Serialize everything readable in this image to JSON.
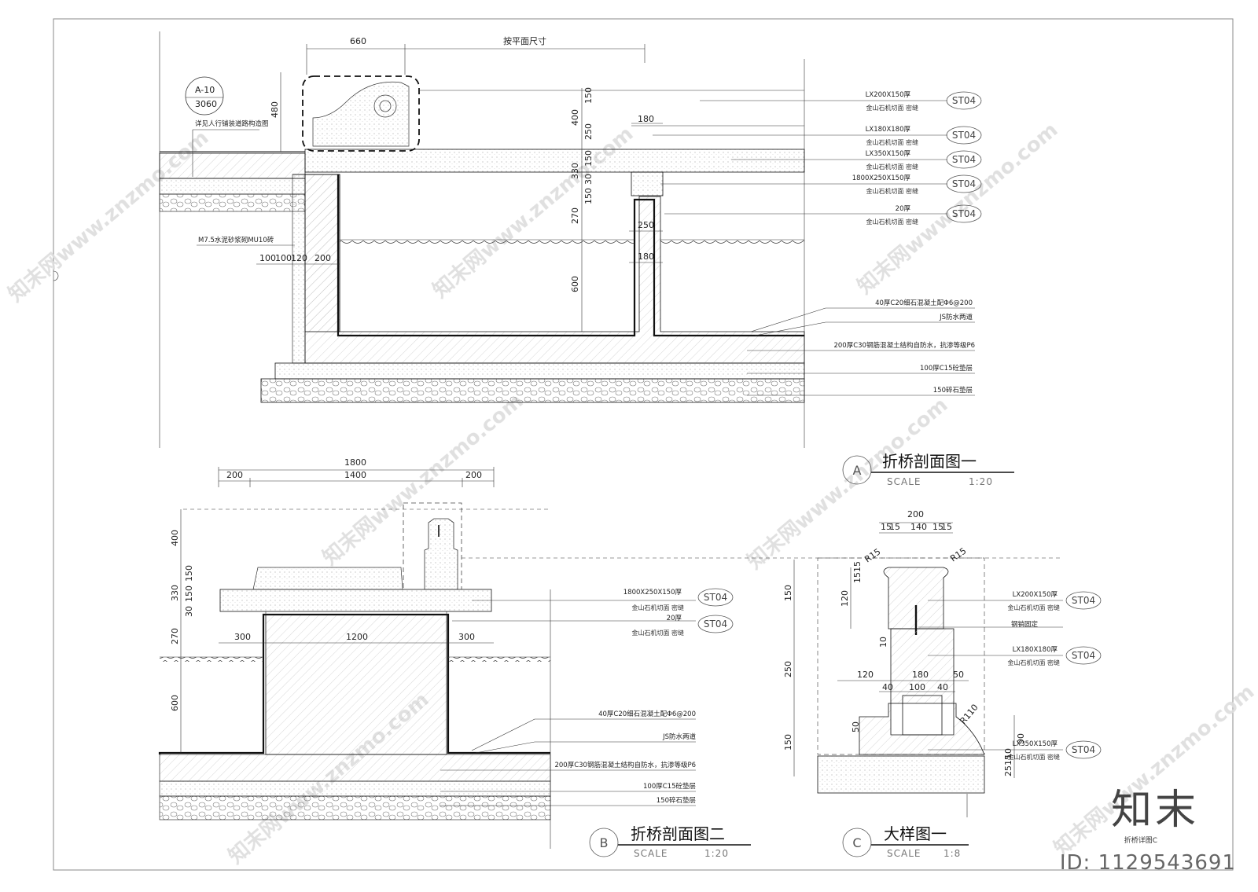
{
  "section_a": {
    "dims": {
      "top_660": "660",
      "top_plan": "按平面尺寸",
      "v_480": "480",
      "v_400": "400",
      "v_150a": "150",
      "v_250": "250",
      "v_180": "180",
      "v_330": "330",
      "v_150b": "150",
      "v_30": "30",
      "v_150c": "150",
      "v_270": "270",
      "h_250": "250",
      "h_180": "180",
      "v_600": "600",
      "b_100a": "100",
      "b_100b": "100",
      "b_120": "120",
      "b_200": "200"
    },
    "ref_top": "A-10",
    "ref_bottom": "3060",
    "ref_note": "详见人行铺装道路构造图",
    "wall_note": "M7.5水泥砂浆砌MU10砖",
    "callouts": [
      {
        "line1": "LX200X150厚",
        "line2": "金山石机切面  密缝",
        "tag": "ST04"
      },
      {
        "line1": "LX180X180厚",
        "line2": "金山石机切面  密缝",
        "tag": "ST04"
      },
      {
        "line1": "LX350X150厚",
        "line2": "金山石机切面  密缝",
        "tag": "ST04"
      },
      {
        "line1": "1800X250X150厚",
        "line2": "金山石机切面  密缝",
        "tag": "ST04"
      },
      {
        "line1": "20厚",
        "line2": "金山石机切面  密缝",
        "tag": "ST04"
      }
    ],
    "layers": [
      "40厚C20细石混凝土配Φ6@200",
      "JS防水两道",
      "200厚C30钢筋混凝土结构自防水，抗渗等级P6",
      "100厚C15砼垫层",
      "150碎石垫层"
    ],
    "title_letter": "A",
    "title": "折桥剖面图一",
    "scale_label": "SCALE",
    "scale_value": "1:20"
  },
  "section_b": {
    "dims": {
      "top_1800": "1800",
      "top_200a": "200",
      "top_1400": "1400",
      "top_200b": "200",
      "v_400": "400",
      "v_330": "330",
      "v_150a": "150",
      "v_150b": "150",
      "v_30": "30",
      "v_270": "270",
      "v_600": "600",
      "h_300a": "300",
      "h_1200": "1200",
      "h_300b": "300"
    },
    "callouts": [
      {
        "line1": "1800X250X150厚",
        "line2": "金山石机切面  密缝",
        "tag": "ST04"
      },
      {
        "line1": "20厚",
        "line2": "金山石机切面  密缝",
        "tag": "ST04"
      }
    ],
    "layers": [
      "40厚C20细石混凝土配Φ6@200",
      "JS防水两道",
      "200厚C30钢筋混凝土结构自防水，抗渗等级P6",
      "100厚C15砼垫层",
      "150碎石垫层"
    ],
    "title_letter": "B",
    "title": "折桥剖面图二",
    "scale_label": "SCALE",
    "scale_value": "1:20"
  },
  "detail_c": {
    "dims": {
      "top_200": "200",
      "t_15a": "15",
      "t_15b": "15",
      "t_140": "140",
      "t_15c": "15",
      "t_15d": "15",
      "r15a": "R15",
      "r15b": "R15",
      "v_150a": "150",
      "v_120": "120",
      "v_1515": "1515",
      "v_250": "250",
      "v_150b": "150",
      "v_10": "10",
      "h_120": "120",
      "h_180": "180",
      "h_50": "50",
      "h_40a": "40",
      "h_100": "100",
      "h_40b": "40",
      "r110": "R110",
      "v_50": "50",
      "v_90": "90",
      "v_10b": "10",
      "v_2515": "2515"
    },
    "callouts": [
      {
        "line1": "LX200X150厚",
        "line2": "金山石机切面  密缝",
        "tag": "ST04"
      },
      {
        "line1": "钢销固定",
        "line2": "",
        "tag": ""
      },
      {
        "line1": "LX180X180厚",
        "line2": "金山石机切面  密缝",
        "tag": "ST04"
      },
      {
        "line1": "LX350X150厚",
        "line2": "金山石机切面  密缝",
        "tag": "ST04"
      }
    ],
    "title_letter": "C",
    "title": "大样图一",
    "scale_label": "SCALE",
    "scale_value": "1:8"
  },
  "branding": {
    "logo": "知末",
    "sub": "折桥详图C",
    "id": "ID: 1129543691",
    "watermark": "知末网www.znzmo.com"
  }
}
